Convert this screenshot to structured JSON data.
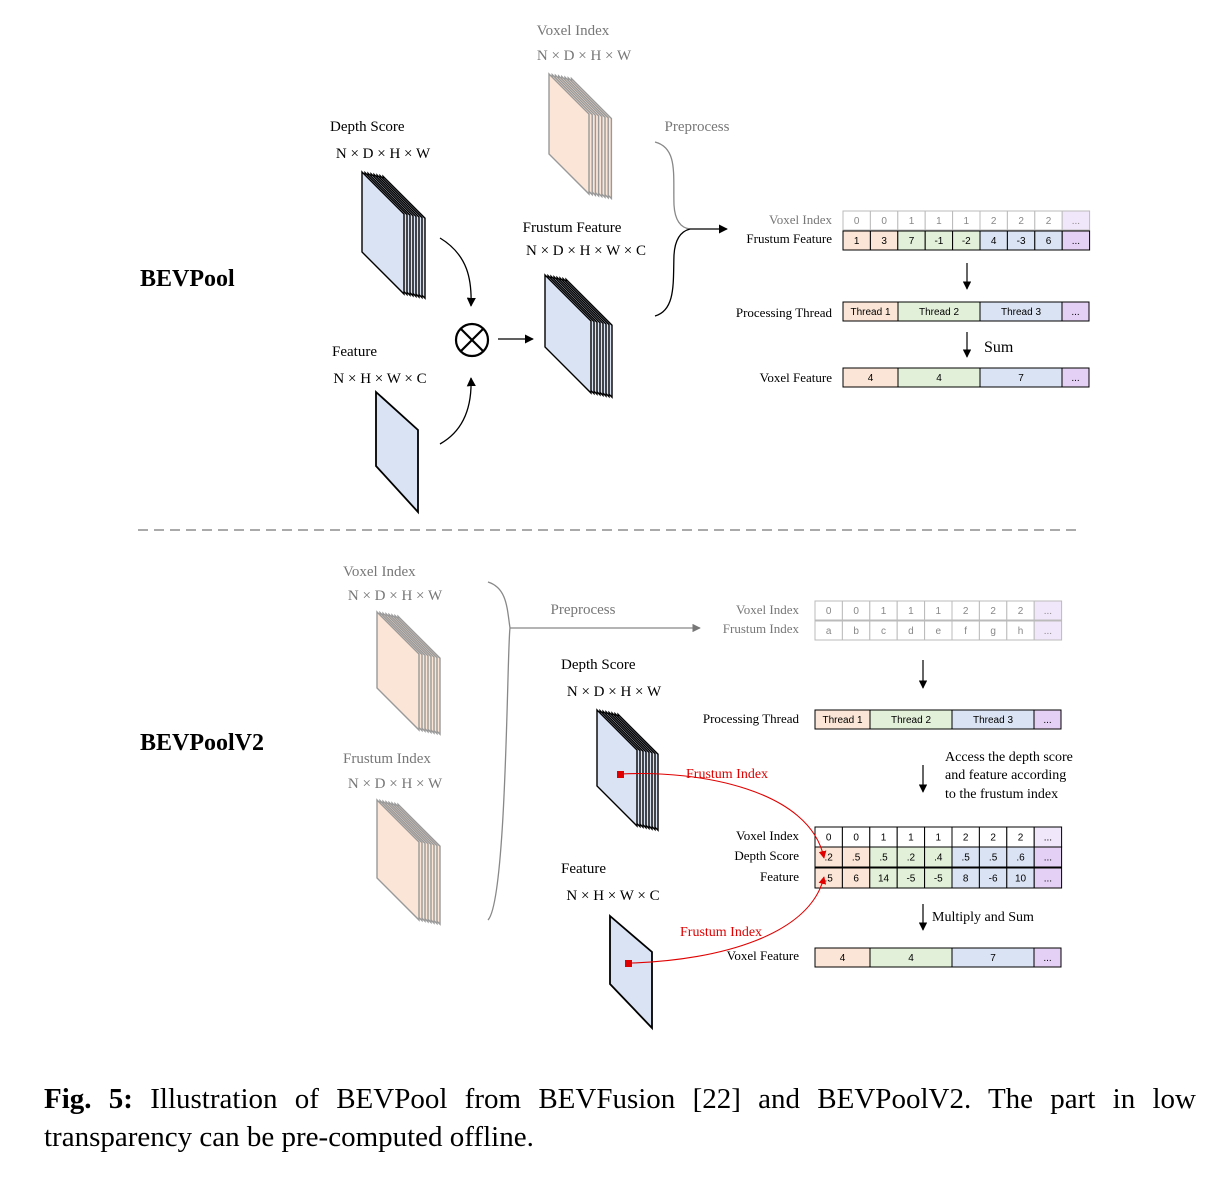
{
  "bevpool": {
    "title": "BEVPool",
    "voxel_index_label": "Voxel Index",
    "voxel_index_dims": "N × D × H × W",
    "depth_score_label": "Depth Score",
    "depth_score_dims": "N × D × H × W",
    "feature_label": "Feature",
    "feature_dims": "N × H × W × C",
    "frustum_feature_label": "Frustum Feature",
    "frustum_feature_dims": "N × D × H × W × C",
    "preprocess_label": "Preprocess",
    "row_voxel_index": "Voxel Index",
    "row_frustum_feature": "Frustum Feature",
    "voxel_index_values": [
      "0",
      "0",
      "1",
      "1",
      "1",
      "2",
      "2",
      "2",
      "..."
    ],
    "frustum_feature_values": [
      "1",
      "3",
      "7",
      "-1",
      "-2",
      "4",
      "-3",
      "6",
      "..."
    ],
    "processing_thread_label": "Processing Thread",
    "threads": [
      "Thread 1",
      "Thread 2",
      "Thread 3",
      "..."
    ],
    "sum_label": "Sum",
    "voxel_feature_label": "Voxel Feature",
    "voxel_feature_values": [
      "4",
      "4",
      "7",
      "..."
    ]
  },
  "bevpoolv2": {
    "title": "BEVPoolV2",
    "voxel_index_label": "Voxel Index",
    "voxel_index_dims": "N × D × H × W",
    "frustum_index_label": "Frustum Index",
    "frustum_index_dims": "N × D × H × W",
    "preprocess_label": "Preprocess",
    "depth_score_label": "Depth Score",
    "depth_score_dims": "N × D × H × W",
    "feature_label": "Feature",
    "feature_dims": "N × H × W × C",
    "row_voxel_index": "Voxel Index",
    "row_frustum_index": "Frustum Index",
    "voxel_index_values": [
      "0",
      "0",
      "1",
      "1",
      "1",
      "2",
      "2",
      "2",
      "..."
    ],
    "frustum_index_values": [
      "a",
      "b",
      "c",
      "d",
      "e",
      "f",
      "g",
      "h",
      "..."
    ],
    "processing_thread_label": "Processing Thread",
    "threads": [
      "Thread 1",
      "Thread 2",
      "Thread 3",
      "..."
    ],
    "access_line1": "Access the depth score",
    "access_line2": "and feature according",
    "access_line3": "to the frustum index",
    "frustum_index_arrow1": "Frustum Index",
    "frustum_index_arrow2": "Frustum Index",
    "row2_voxel_index": "Voxel Index",
    "row2_depth_score": "Depth Score",
    "row2_feature": "Feature",
    "voxel_index_values2": [
      "0",
      "0",
      "1",
      "1",
      "1",
      "2",
      "2",
      "2",
      "..."
    ],
    "depth_score_values": [
      ".2",
      ".5",
      ".5",
      ".2",
      ".4",
      ".5",
      ".5",
      ".6",
      "..."
    ],
    "feature_values": [
      ".5",
      "6",
      "14",
      "-5",
      "-5",
      "8",
      "-6",
      "10",
      "..."
    ],
    "multiply_sum_label": "Multiply and Sum",
    "voxel_feature_label": "Voxel Feature",
    "voxel_feature_values": [
      "4",
      "4",
      "7",
      "..."
    ]
  },
  "caption": {
    "prefix": "Fig. 5:",
    "text": " Illustration of BEVPool from BEVFusion [22] and BEVPoolV2. The part in low transparency can be pre-computed offline."
  },
  "colors": {
    "peach": "#fbe5d6",
    "green": "#e2f0d9",
    "blue": "#dae3f3",
    "purple": "#e4d0f5",
    "red": "#e00000",
    "gray": "#808080"
  }
}
